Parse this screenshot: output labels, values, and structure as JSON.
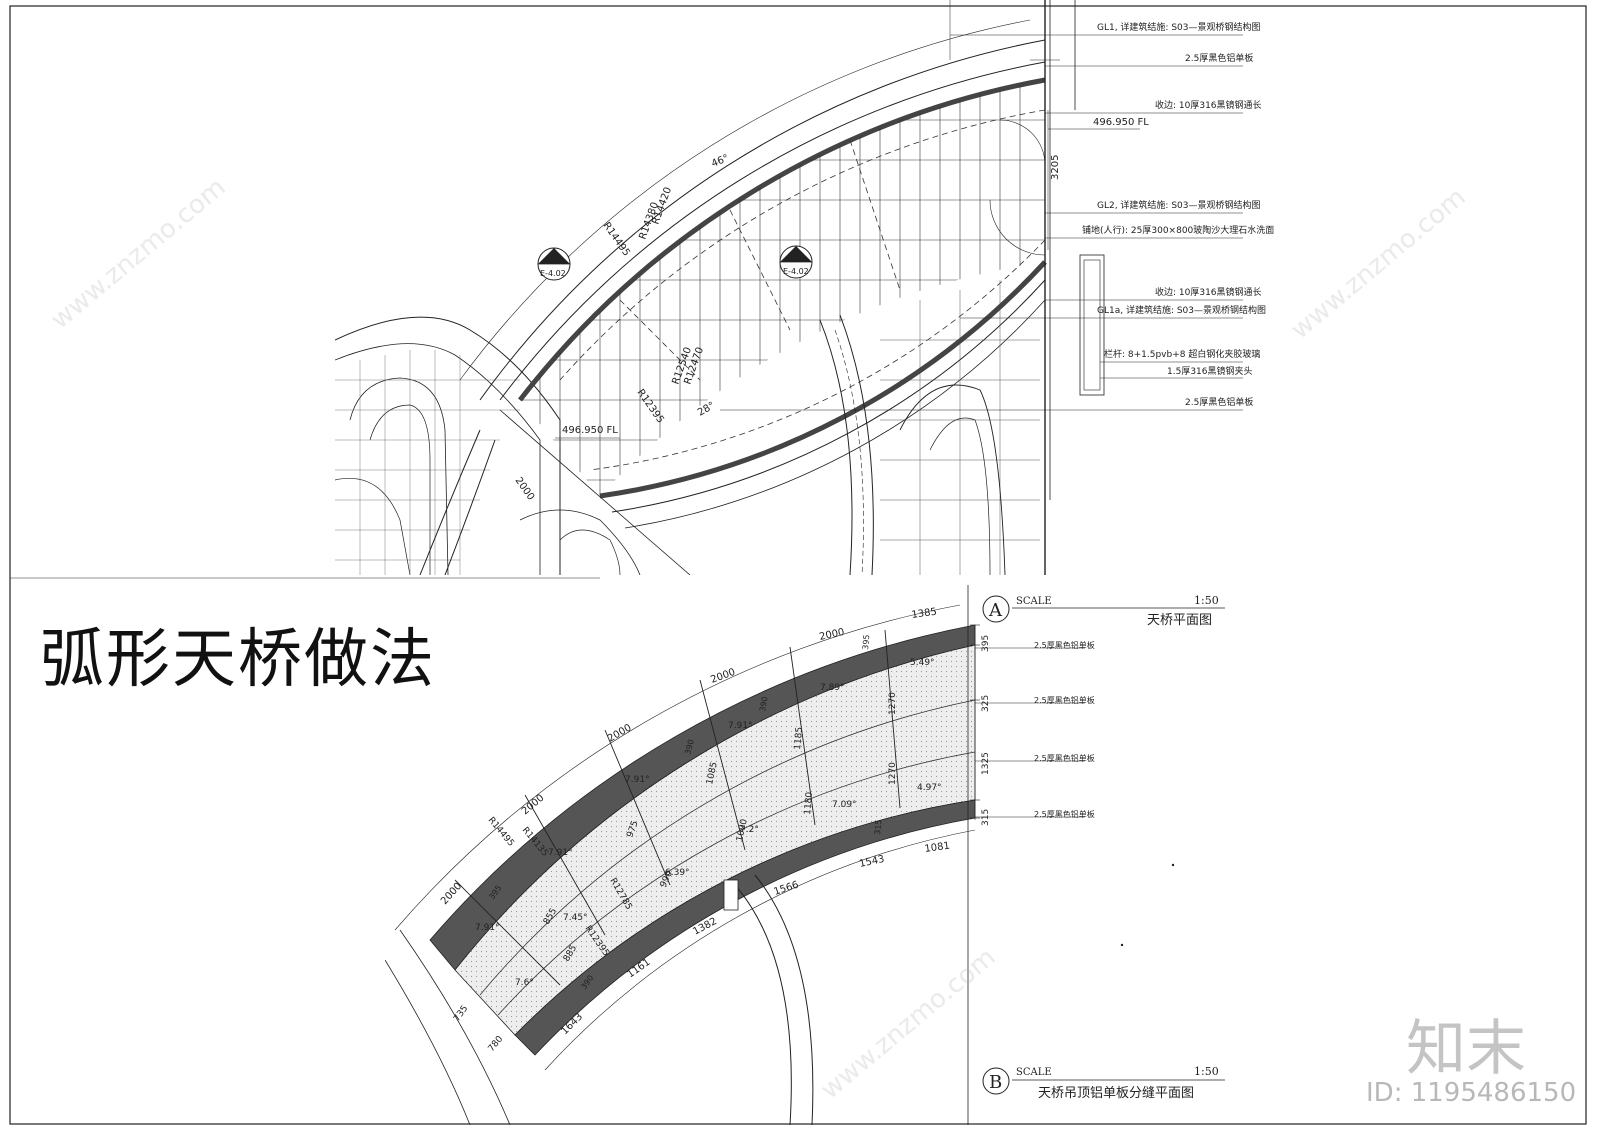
{
  "drawing_title": "弧形天桥做法",
  "brand_mark": "知末",
  "id_label": "ID: 1195486150",
  "watermark_text": "www.znzmo.com",
  "colors": {
    "line": "#222222",
    "panel": "#5a5a5a",
    "stipple": "#e6e6e6",
    "watermark": "#d0d0d0"
  },
  "plan_a": {
    "marker": "A",
    "scale_label": "SCALE",
    "scale_value": "1:50",
    "title": "天桥平面图",
    "callouts": [
      "GL1, 详建筑结施: S03—景观桥钢结构图",
      "2.5厚黑色铝单板",
      "收边: 10厚316黑镜钢通长",
      "GL2, 详建筑结施: S03—景观桥钢结构图",
      "铺地(人行): 25厚300×800玻陶沙大理石水洗面",
      "收边: 10厚316黑镜钢通长",
      "GL1a, 详建筑结施: S03—景观桥钢结构图",
      "栏杆: 8+1.5pvb+8 超白钢化夹胶玻璃",
      "1.5厚316黑镜钢夹头",
      "2.5厚黑色铝单板"
    ],
    "level_1": "496.950 FL",
    "level_2": "496.950 FL",
    "dim_3205": "3205",
    "angle_46": "46°",
    "angle_28": "28°",
    "r1": "R14420",
    "r2": "R14380",
    "r3": "R14495",
    "r4": "R12470",
    "r5": "R12540",
    "r6": "R12395",
    "dim_2000": "2000",
    "section_b": {
      "letter": "B",
      "ref": "E-4.02"
    },
    "section_a": {
      "letter": "A",
      "ref": "E-4.02"
    }
  },
  "plan_b": {
    "marker": "B",
    "scale_label": "SCALE",
    "scale_value": "1:50",
    "title": "天桥吊顶铝单板分缝平面图",
    "panel_labels": [
      "2.5厚黑色铝单板",
      "2.5厚黑色铝单板",
      "2.5厚黑色铝单板",
      "2.5厚黑色铝单板"
    ],
    "right_dims": [
      "395",
      "325",
      "1325",
      "315"
    ],
    "outer_dims": [
      "1385",
      "2000",
      "2000",
      "2000",
      "2000",
      "2000"
    ],
    "inner_dims": [
      "1081",
      "1543",
      "1566",
      "1382",
      "1161",
      "1643"
    ],
    "angles": [
      "5.49°",
      "7.89°",
      "7.91°",
      "7.91°",
      "7.91°",
      "7.91°",
      "7.6°",
      "7.45°",
      "7.2°",
      "7.09°",
      "4.97°",
      "6.39°"
    ],
    "widths": [
      "1270",
      "1270",
      "1185",
      "1180",
      "1085",
      "1090",
      "975",
      "990",
      "855",
      "885",
      "735",
      "780"
    ],
    "radii": [
      "R14495",
      "R14135",
      "R12785",
      "R12395"
    ],
    "edge_dims": [
      "395",
      "390",
      "390",
      "315",
      "395",
      "390"
    ]
  }
}
